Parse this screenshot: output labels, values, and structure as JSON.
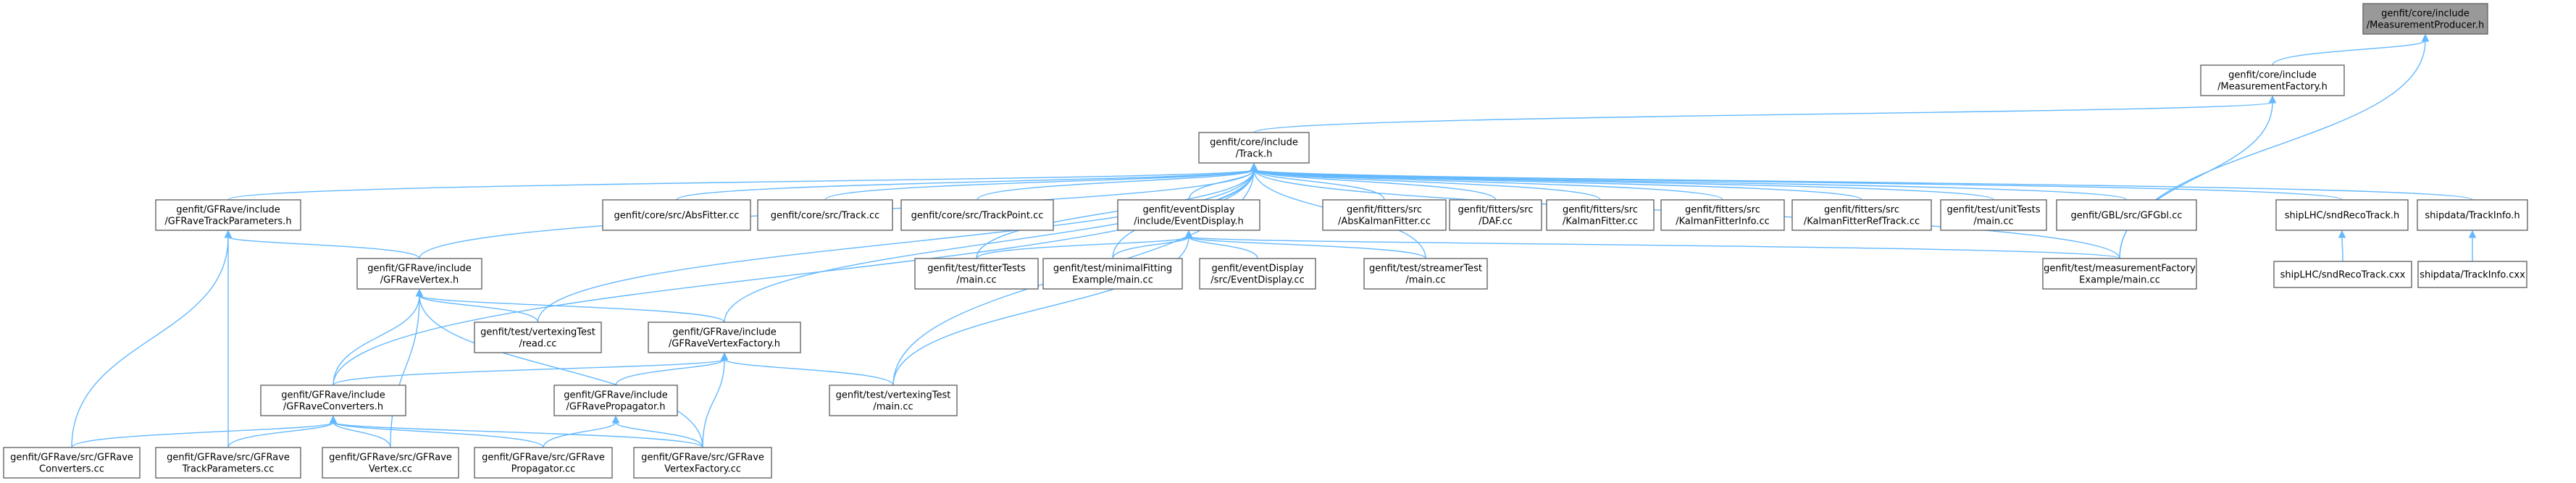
{
  "nodes": [
    {
      "id": "mp",
      "lines": [
        "genfit/core/include",
        "/MeasurementProducer.h"
      ],
      "root": true
    },
    {
      "id": "mf",
      "lines": [
        "genfit/core/include",
        "/MeasurementFactory.h"
      ]
    },
    {
      "id": "trk",
      "lines": [
        "genfit/core/include",
        "/Track.h"
      ]
    },
    {
      "id": "gfrtp",
      "lines": [
        "genfit/GFRave/include",
        "/GFRaveTrackParameters.h"
      ]
    },
    {
      "id": "absf",
      "lines": [
        "genfit/core/src/AbsFitter.cc"
      ]
    },
    {
      "id": "trkc",
      "lines": [
        "genfit/core/src/Track.cc"
      ]
    },
    {
      "id": "tpc",
      "lines": [
        "genfit/core/src/TrackPoint.cc"
      ]
    },
    {
      "id": "evd",
      "lines": [
        "genfit/eventDisplay",
        "/include/EventDisplay.h"
      ]
    },
    {
      "id": "akf",
      "lines": [
        "genfit/fitters/src",
        "/AbsKalmanFitter.cc"
      ]
    },
    {
      "id": "daf",
      "lines": [
        "genfit/fitters/src",
        "/DAF.cc"
      ]
    },
    {
      "id": "kf",
      "lines": [
        "genfit/fitters/src",
        "/KalmanFitter.cc"
      ]
    },
    {
      "id": "kfi",
      "lines": [
        "genfit/fitters/src",
        "/KalmanFitterInfo.cc"
      ]
    },
    {
      "id": "kfr",
      "lines": [
        "genfit/fitters/src",
        "/KalmanFitterRefTrack.cc"
      ]
    },
    {
      "id": "ut",
      "lines": [
        "genfit/test/unitTests",
        "/main.cc"
      ]
    },
    {
      "id": "gbl",
      "lines": [
        "genfit/GBL/src/GFGbl.cc"
      ]
    },
    {
      "id": "shlh",
      "lines": [
        "shipLHC/sndRecoTrack.h"
      ]
    },
    {
      "id": "sdh",
      "lines": [
        "shipdata/TrackInfo.h"
      ]
    },
    {
      "id": "gfrv",
      "lines": [
        "genfit/GFRave/include",
        "/GFRaveVertex.h"
      ]
    },
    {
      "id": "ftm",
      "lines": [
        "genfit/test/fitterTests",
        "/main.cc"
      ]
    },
    {
      "id": "mfe",
      "lines": [
        "genfit/test/minimalFitting",
        "Example/main.cc"
      ]
    },
    {
      "id": "evdc",
      "lines": [
        "genfit/eventDisplay",
        "/src/EventDisplay.cc"
      ]
    },
    {
      "id": "stm",
      "lines": [
        "genfit/test/streamerTest",
        "/main.cc"
      ]
    },
    {
      "id": "mfm",
      "lines": [
        "genfit/test/measurementFactory",
        "Example/main.cc"
      ]
    },
    {
      "id": "shlc",
      "lines": [
        "shipLHC/sndRecoTrack.cxx"
      ]
    },
    {
      "id": "sdc",
      "lines": [
        "shipdata/TrackInfo.cxx"
      ]
    },
    {
      "id": "vtr",
      "lines": [
        "genfit/test/vertexingTest",
        "/read.cc"
      ]
    },
    {
      "id": "gfvf",
      "lines": [
        "genfit/GFRave/include",
        "/GFRaveVertexFactory.h"
      ]
    },
    {
      "id": "gfcv",
      "lines": [
        "genfit/GFRave/include",
        "/GFRaveConverters.h"
      ]
    },
    {
      "id": "gfpr",
      "lines": [
        "genfit/GFRave/include",
        "/GFRavePropagator.h"
      ]
    },
    {
      "id": "vtm",
      "lines": [
        "genfit/test/vertexingTest",
        "/main.cc"
      ]
    },
    {
      "id": "c_cv",
      "lines": [
        "genfit/GFRave/src/GFRave",
        "Converters.cc"
      ]
    },
    {
      "id": "c_tp",
      "lines": [
        "genfit/GFRave/src/GFRave",
        "TrackParameters.cc"
      ]
    },
    {
      "id": "c_vx",
      "lines": [
        "genfit/GFRave/src/GFRave",
        "Vertex.cc"
      ]
    },
    {
      "id": "c_pr",
      "lines": [
        "genfit/GFRave/src/GFRave",
        "Propagator.cc"
      ]
    },
    {
      "id": "c_vf",
      "lines": [
        "genfit/GFRave/src/GFRave",
        "VertexFactory.cc"
      ]
    }
  ],
  "edges": [
    [
      "mp",
      "mf"
    ],
    [
      "mp",
      "mfm"
    ],
    [
      "mf",
      "trk"
    ],
    [
      "mf",
      "mfm"
    ],
    [
      "trk",
      "gfrtp"
    ],
    [
      "trk",
      "absf"
    ],
    [
      "trk",
      "trkc"
    ],
    [
      "trk",
      "tpc"
    ],
    [
      "trk",
      "evd"
    ],
    [
      "trk",
      "akf"
    ],
    [
      "trk",
      "daf"
    ],
    [
      "trk",
      "kf"
    ],
    [
      "trk",
      "kfi"
    ],
    [
      "trk",
      "kfr"
    ],
    [
      "trk",
      "ut"
    ],
    [
      "trk",
      "gbl"
    ],
    [
      "trk",
      "shlh"
    ],
    [
      "trk",
      "sdh"
    ],
    [
      "trk",
      "gfrv"
    ],
    [
      "trk",
      "ftm"
    ],
    [
      "trk",
      "mfe"
    ],
    [
      "trk",
      "stm"
    ],
    [
      "trk",
      "mfm"
    ],
    [
      "trk",
      "vtr"
    ],
    [
      "trk",
      "gfvf"
    ],
    [
      "trk",
      "gfcv"
    ],
    [
      "trk",
      "vtm"
    ],
    [
      "gfrtp",
      "gfrv"
    ],
    [
      "gfrtp",
      "c_cv"
    ],
    [
      "gfrtp",
      "c_tp"
    ],
    [
      "evd",
      "ftm"
    ],
    [
      "evd",
      "mfe"
    ],
    [
      "evd",
      "evdc"
    ],
    [
      "evd",
      "stm"
    ],
    [
      "evd",
      "mfm"
    ],
    [
      "evd",
      "vtm"
    ],
    [
      "shlh",
      "shlc"
    ],
    [
      "sdh",
      "sdc"
    ],
    [
      "gfrv",
      "vtr"
    ],
    [
      "gfrv",
      "gfvf"
    ],
    [
      "gfrv",
      "gfcv"
    ],
    [
      "gfrv",
      "c_vx"
    ],
    [
      "gfrv",
      "c_vf"
    ],
    [
      "gfvf",
      "gfcv"
    ],
    [
      "gfvf",
      "gfpr"
    ],
    [
      "gfvf",
      "vtm"
    ],
    [
      "gfvf",
      "c_vf"
    ],
    [
      "gfcv",
      "c_cv"
    ],
    [
      "gfcv",
      "c_tp"
    ],
    [
      "gfcv",
      "c_vx"
    ],
    [
      "gfcv",
      "c_pr"
    ],
    [
      "gfcv",
      "c_vf"
    ],
    [
      "gfpr",
      "c_pr"
    ],
    [
      "gfpr",
      "c_vf"
    ]
  ]
}
